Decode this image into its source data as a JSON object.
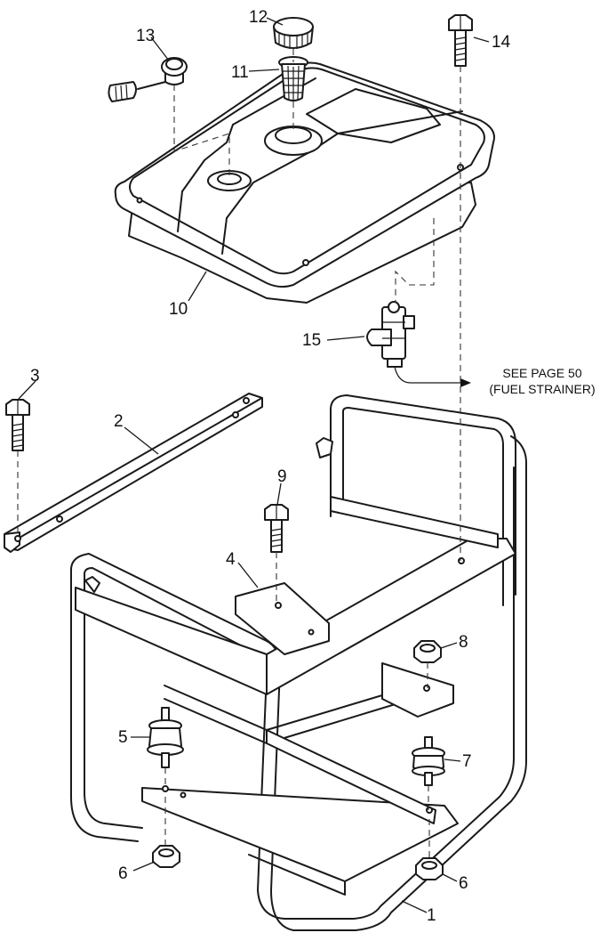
{
  "callouts": {
    "c1": "1",
    "c2": "2",
    "c3": "3",
    "c4": "4",
    "c5": "5",
    "c6a": "6",
    "c6b": "6",
    "c7": "7",
    "c8": "8",
    "c9": "9",
    "c10": "10",
    "c11": "11",
    "c12": "12",
    "c13": "13",
    "c14": "14",
    "c15": "15"
  },
  "note": {
    "line1": "SEE PAGE 50",
    "line2": "(FUEL STRAINER)"
  }
}
